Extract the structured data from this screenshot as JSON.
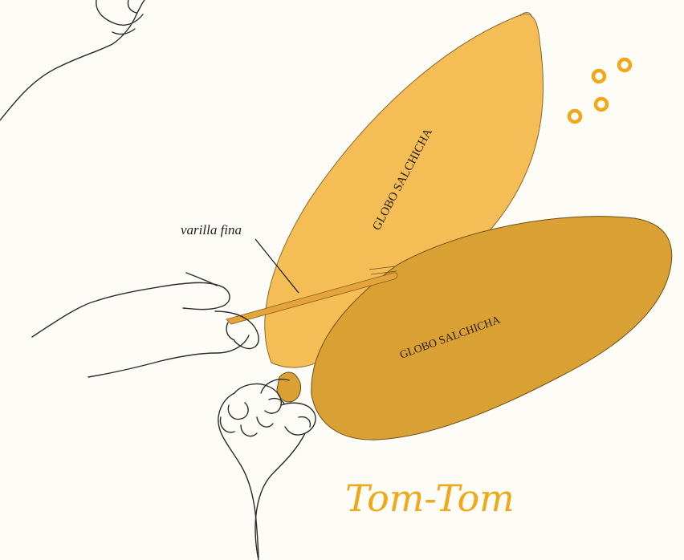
{
  "illustration": {
    "balloon_top_label": "GLOBO SALCHICHA",
    "balloon_bottom_label": "GLOBO SALCHICHA",
    "pointer_label": "varilla fina",
    "signature": "Tom-Tom"
  },
  "colors": {
    "balloon_top": "#f4bd55",
    "balloon_bottom": "#d9a033",
    "rod": "#e3a43a",
    "accent_orange": "#f0a818",
    "outline": "#2b2b2b",
    "background": "#fdfcf7"
  }
}
